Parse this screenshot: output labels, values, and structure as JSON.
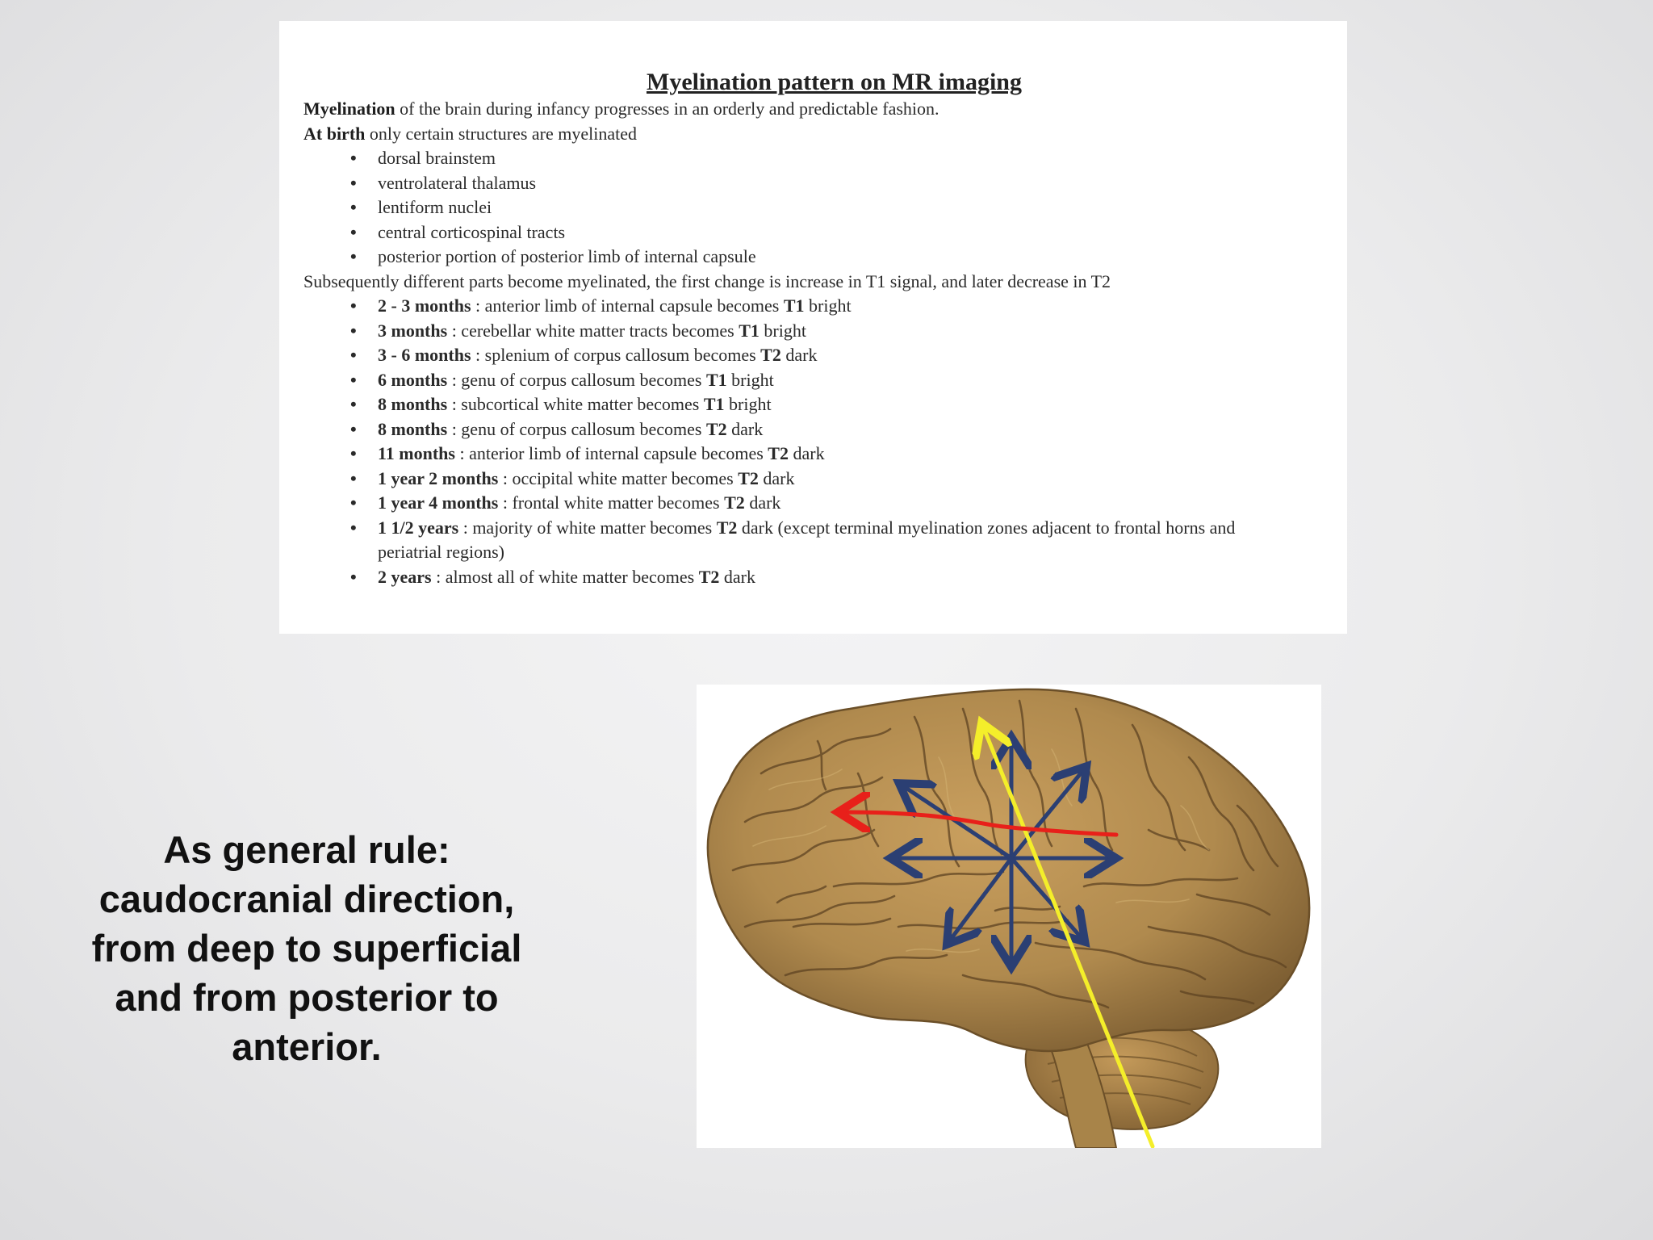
{
  "document": {
    "title": "Myelination pattern on MR imaging",
    "intro": {
      "lead_bold": "Myelination",
      "lead_rest": " of the brain during infancy progresses in an orderly and predictable fashion."
    },
    "birth": {
      "lead_bold": "At birth",
      "lead_rest": " only certain structures are myelinated"
    },
    "birth_items": [
      "dorsal brainstem",
      "ventrolateral thalamus",
      "lentiform nuclei",
      "central corticospinal tracts",
      "posterior portion of posterior limb of internal capsule"
    ],
    "subsequently": "Subsequently different parts become myelinated, the first change is increase in T1 signal, and later decrease in T2",
    "timeline": [
      {
        "age": "2 - 3 months",
        "desc": " :  anterior limb of internal capsule becomes ",
        "signal": "T1",
        "tail": " bright"
      },
      {
        "age": "3 months",
        "desc": " : cerebellar white matter tracts becomes ",
        "signal": "T1",
        "tail": " bright"
      },
      {
        "age": "3 - 6 months",
        "desc": " : splenium of corpus callosum becomes ",
        "signal": "T2",
        "tail": " dark"
      },
      {
        "age": "6 months",
        "desc": " : genu of corpus callosum becomes ",
        "signal": "T1",
        "tail": " bright"
      },
      {
        "age": "8 months",
        "desc": " : subcortical white matter becomes ",
        "signal": "T1",
        "tail": " bright"
      },
      {
        "age": "8 months",
        "desc": " : genu of corpus callosum becomes ",
        "signal": "T2",
        "tail": " dark"
      },
      {
        "age": "11 months",
        "desc": " : anterior limb of internal capsule becomes ",
        "signal": "T2",
        "tail": " dark"
      },
      {
        "age": "1 year 2 months",
        "desc": " : occipital white matter becomes ",
        "signal": "T2",
        "tail": " dark"
      },
      {
        "age": "1 year 4 months",
        "desc": " : frontal white matter becomes ",
        "signal": "T2",
        "tail": " dark"
      },
      {
        "age": "1 1/2 years",
        "desc": " : majority of white matter becomes ",
        "signal": "T2",
        "tail": " dark (except terminal myelination zones adjacent to frontal horns and periatrial regions)"
      },
      {
        "age": "2 years",
        "desc": " :  almost all of white matter becomes ",
        "signal": "T2",
        "tail": " dark"
      }
    ],
    "bullet_glyph": "•"
  },
  "rule": {
    "line1": "As general rule:",
    "line2": "caudocranial direction,",
    "line3": "from deep to superficial",
    "line4": "and from posterior to",
    "line5": "anterior."
  },
  "figure": {
    "subject": "brain-lateral-view",
    "colors": {
      "blue_arrows": "#2b3f73",
      "red_arrow": "#e8201a",
      "yellow_line": "#f4ee2a",
      "brain": "#b08a4e"
    }
  }
}
